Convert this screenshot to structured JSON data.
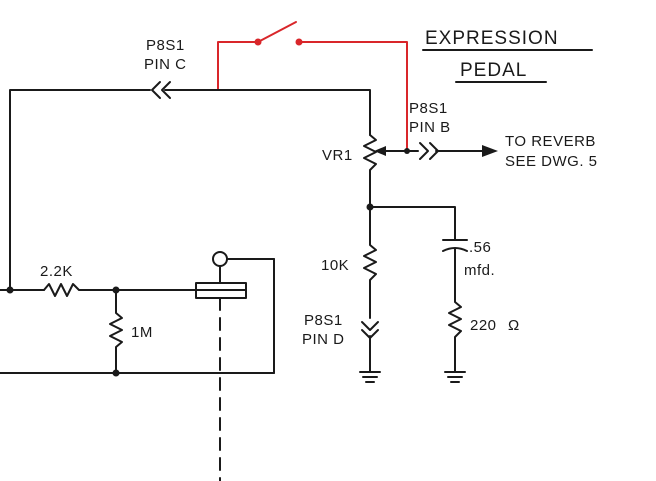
{
  "labels": {
    "title_line1": "EXPRESSION",
    "title_line2": "PEDAL",
    "pin_c_top": "P8S1",
    "pin_c_bottom": "PIN C",
    "pin_b_top": "P8S1",
    "pin_b_bottom": "PIN B",
    "to_reverb": "TO REVERB",
    "see_dwg": "SEE DWG. 5",
    "vr1": "VR1",
    "r_2k2": "2.2K",
    "r_1m": "1M",
    "r_10k": "10K",
    "pin_d_top": "P8S1",
    "pin_d_bottom": "PIN D",
    "cap_value": ".56",
    "cap_unit": "mfd.",
    "r_220": "220",
    "ohm_symbol": "Ω"
  },
  "colors": {
    "ink": "#1a1a1a",
    "switch_wire": "#d9262a"
  }
}
